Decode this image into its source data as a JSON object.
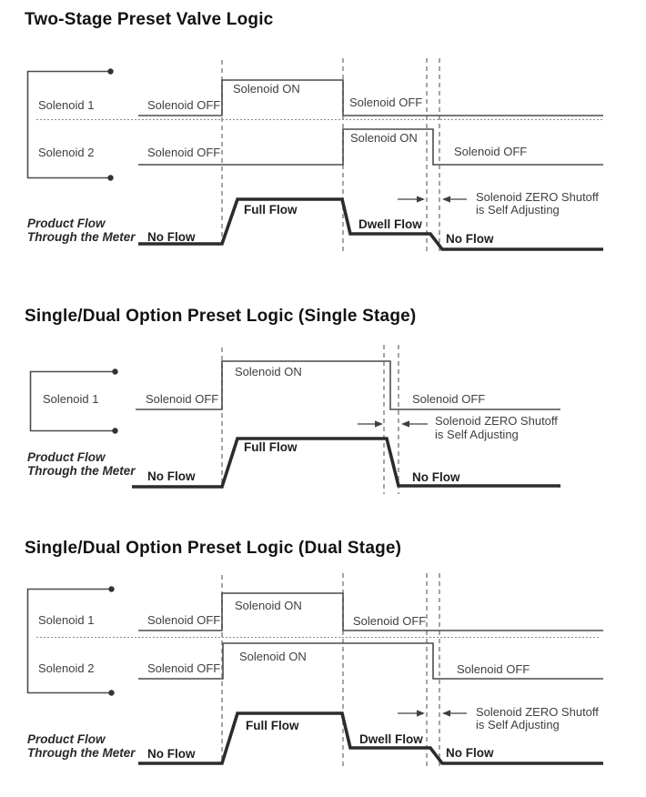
{
  "palette": {
    "background": "#ffffff",
    "trace_color": "#4c4c4c",
    "flow_color": "#2c2c2c",
    "dashed_guide_color": "#9b9b9b",
    "text_color": "#404040",
    "title_color": "#121212"
  },
  "diagrams": [
    {
      "title": "Two-Stage Preset Valve Logic",
      "solenoid1_label": "Solenoid 1",
      "solenoid2_label": "Solenoid 2",
      "s1_off_left": "Solenoid OFF",
      "s1_on": "Solenoid ON",
      "s1_off_right": "Solenoid OFF",
      "s2_off_left": "Solenoid OFF",
      "s2_on": "Solenoid ON",
      "s2_off_right": "Solenoid OFF",
      "flow_caption_line1": "Product Flow",
      "flow_caption_line2": "Through the Meter",
      "no_flow_left": "No Flow",
      "full_flow": "Full Flow",
      "dwell_flow": "Dwell Flow",
      "no_flow_right": "No Flow",
      "note_line1": "Solenoid ZERO Shutoff",
      "note_line2": "is Self Adjusting"
    },
    {
      "title": "Single/Dual Option Preset Logic (Single Stage)",
      "solenoid1_label": "Solenoid 1",
      "s1_off_left": "Solenoid OFF",
      "s1_on": "Solenoid ON",
      "s1_off_right": "Solenoid OFF",
      "flow_caption_line1": "Product Flow",
      "flow_caption_line2": "Through the Meter",
      "no_flow_left": "No Flow",
      "full_flow": "Full Flow",
      "no_flow_right": "No Flow",
      "note_line1": "Solenoid ZERO Shutoff",
      "note_line2": "is Self Adjusting"
    },
    {
      "title": "Single/Dual Option Preset Logic (Dual Stage)",
      "solenoid1_label": "Solenoid 1",
      "solenoid2_label": "Solenoid 2",
      "s1_off_left": "Solenoid OFF",
      "s1_on": "Solenoid ON",
      "s1_off_right": "Solenoid OFF",
      "s2_off_left": "Solenoid OFF",
      "s2_on": "Solenoid ON",
      "s2_off_right": "Solenoid OFF",
      "flow_caption_line1": "Product Flow",
      "flow_caption_line2": "Through the Meter",
      "no_flow_left": "No Flow",
      "full_flow": "Full Flow",
      "dwell_flow": "Dwell Flow",
      "no_flow_right": "No Flow",
      "note_line1": "Solenoid ZERO Shutoff",
      "note_line2": "is Self Adjusting"
    }
  ]
}
